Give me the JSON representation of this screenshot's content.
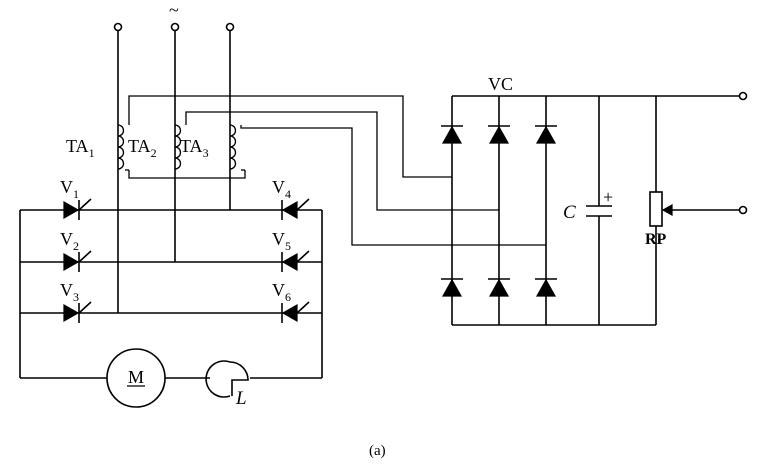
{
  "labels": {
    "ac_symbol": "~",
    "vc": "VC",
    "ta1": "TA",
    "ta1_sub": "1",
    "ta2": "TA",
    "ta2_sub": "2",
    "ta3": "TA",
    "ta3_sub": "3",
    "v1": "V",
    "v1_sub": "1",
    "v2": "V",
    "v2_sub": "2",
    "v3": "V",
    "v3_sub": "3",
    "v4": "V",
    "v4_sub": "4",
    "v5": "V",
    "v5_sub": "5",
    "v6": "V",
    "v6_sub": "6",
    "capacitor": "C",
    "capacitor_polarity": "+",
    "potentiometer": "RP",
    "motor": "M",
    "inductor": "L",
    "caption": "(a)"
  }
}
